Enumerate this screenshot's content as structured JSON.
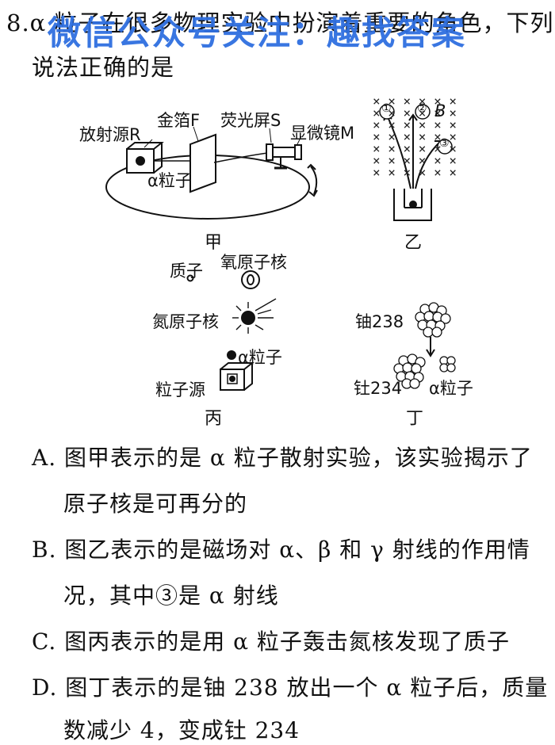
{
  "question": {
    "number": "8.",
    "stem_line1": "α 粒子在很多物理实验中扮演着重要的角色，下列",
    "stem_line2": "说法正确的是"
  },
  "watermark": "微信公众号关注：趣找答案",
  "figure_jia": {
    "source_label": "放射源R",
    "foil_label": "金箔F",
    "screen_label": "荧光屏S",
    "microscope_label": "显微镜M",
    "alpha_label": "α粒子",
    "caption": "甲"
  },
  "figure_yi": {
    "track1": "①",
    "track2": "②",
    "field_label": "B",
    "track3": "③",
    "caption": "乙"
  },
  "figure_bing": {
    "proton_label": "质子",
    "oxygen_label": "氧原子核",
    "nitrogen_label": "氮原子核",
    "alpha_label": "α粒子",
    "source_label": "粒子源",
    "caption": "丙"
  },
  "figure_ding": {
    "uranium_label": "铀238",
    "thorium_label": "钍234",
    "alpha_label": "α粒子",
    "caption": "丁"
  },
  "options": [
    {
      "line1": "A. 图甲表示的是 α 粒子散射实验，该实验揭示了",
      "line2": "原子核是可再分的"
    },
    {
      "line1": "B. 图乙表示的是磁场对 α、β 和 γ 射线的作用情",
      "line2": "况，其中③是 α 射线"
    },
    {
      "line1": "C. 图丙表示的是用 α 粒子轰击氮核发现了质子",
      "line2": ""
    },
    {
      "line1": "D. 图丁表示的是铀 238 放出一个 α 粒子后，质量",
      "line2": "数减少 4，变成钍 234"
    }
  ]
}
